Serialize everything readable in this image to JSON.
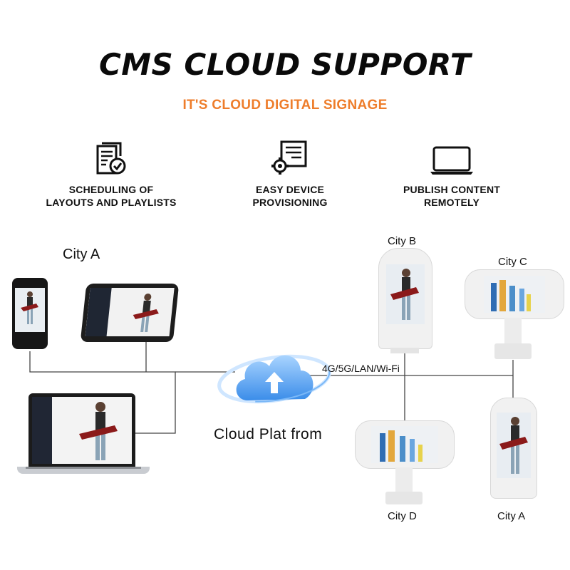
{
  "header": {
    "title": "CMS CLOUD SUPPORT",
    "subtitle": "IT'S CLOUD DIGITAL SIGNAGE"
  },
  "features": [
    {
      "label": "SCHEDULING OF\nLAYOUTS AND PLAYLISTS",
      "icon": "document-check-icon"
    },
    {
      "label": "EASY DEVICE\nPROVISIONING",
      "icon": "gear-document-icon"
    },
    {
      "label": "PUBLISH CONTENT\nREMOTELY",
      "icon": "laptop-icon"
    }
  ],
  "diagram": {
    "client_group_label": "City A",
    "cloud_label": "Cloud Plat from",
    "network_label": "4G/5G/LAN/Wi-Fi",
    "kiosks": {
      "b": "City B",
      "c": "City C",
      "d": "City D",
      "a": "City A"
    }
  },
  "colors": {
    "accent": "#ee7d2b",
    "cloud": "#4a9bf0",
    "line": "#333333"
  }
}
